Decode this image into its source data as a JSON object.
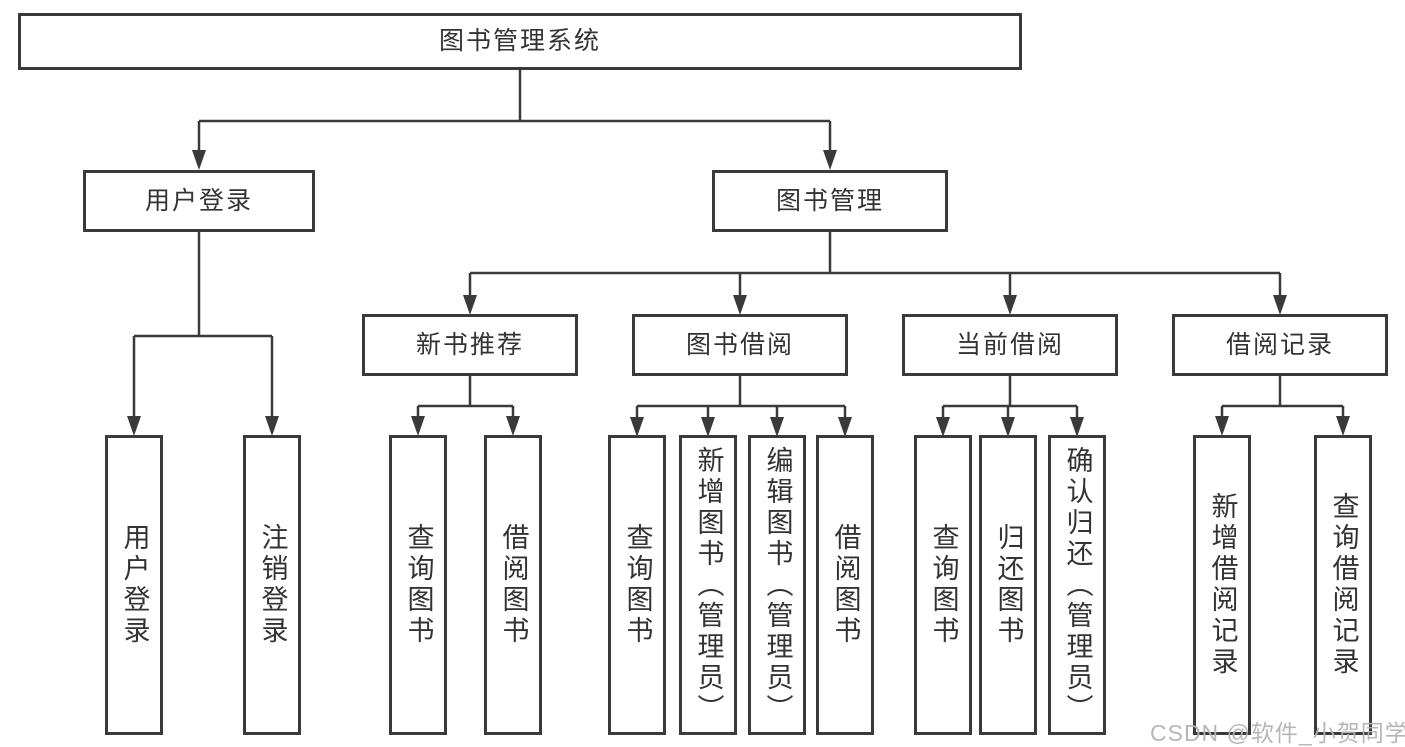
{
  "tree": {
    "root": {
      "label": "图书管理系统"
    },
    "children": [
      {
        "label": "用户登录",
        "children": [
          {
            "label": "用户登录"
          },
          {
            "label": "注销登录"
          }
        ]
      },
      {
        "label": "图书管理",
        "children": [
          {
            "label": "新书推荐",
            "children": [
              {
                "label": "查询图书"
              },
              {
                "label": "借阅图书"
              }
            ]
          },
          {
            "label": "图书借阅",
            "children": [
              {
                "label": "查询图书"
              },
              {
                "label": "新增图书（管理员）"
              },
              {
                "label": "编辑图书（管理员）"
              },
              {
                "label": "借阅图书"
              }
            ]
          },
          {
            "label": "当前借阅",
            "children": [
              {
                "label": "查询图书"
              },
              {
                "label": "归还图书"
              },
              {
                "label": "确认归还（管理员）"
              }
            ]
          },
          {
            "label": "借阅记录",
            "children": [
              {
                "label": "新增借阅记录"
              },
              {
                "label": "查询借阅记录"
              }
            ]
          }
        ]
      }
    ]
  },
  "watermark": {
    "text": "CSDN @软件_小贺同学"
  },
  "colors": {
    "line": "#3a3a3a",
    "text": "#333333",
    "box_fill": "#ffffff",
    "background": "#ffffff",
    "watermark": "#b3b3b3"
  }
}
